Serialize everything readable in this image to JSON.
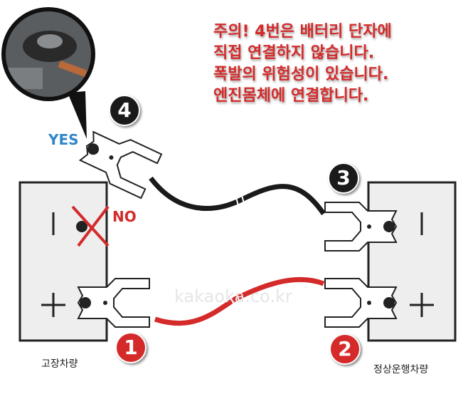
{
  "warning": {
    "lines": [
      "주의! 4번은 배터리 단자에",
      "직접 연결하지 않습니다.",
      "폭발의 위험성이 있습니다.",
      "엔진몸체에 연결합니다."
    ]
  },
  "labels": {
    "yes": "YES",
    "no": "NO",
    "dead_car": "고장차량",
    "good_car": "정상운행차량",
    "minus": "|",
    "plus": "+",
    "watermark": "kakaoka.co.kr"
  },
  "steps": [
    "1",
    "2",
    "3",
    "4"
  ],
  "colors": {
    "red": "#d42a2a",
    "black": "#1a1a1a",
    "blue": "#2f86c8"
  }
}
